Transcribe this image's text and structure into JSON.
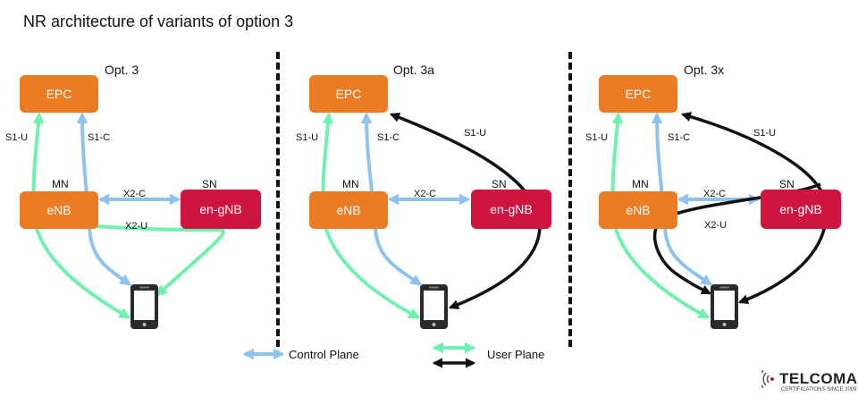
{
  "title": "NR architecture of variants of option 3",
  "panels": [
    {
      "option": "Opt. 3",
      "epc": "EPC",
      "enb": "eNB",
      "gnb": "en-gNB",
      "mn": "MN",
      "sn": "SN",
      "s1u": "S1-U",
      "s1c": "S1-C",
      "x2c": "X2-C",
      "x2u": "X2-U"
    },
    {
      "option": "Opt. 3a",
      "epc": "EPC",
      "enb": "eNB",
      "gnb": "en-gNB",
      "mn": "MN",
      "sn": "SN",
      "s1u": "S1-U",
      "s1c": "S1-C",
      "x2c": "X2-C",
      "s1u_sn": "S1-U"
    },
    {
      "option": "Opt. 3x",
      "epc": "EPC",
      "enb": "eNB",
      "gnb": "en-gNB",
      "mn": "MN",
      "sn": "SN",
      "s1u": "S1-U",
      "s1c": "S1-C",
      "x2c": "X2-C",
      "x2u": "X2-U",
      "s1u_sn": "S1-U"
    }
  ],
  "legend": {
    "control_plane": "Control Plane",
    "user_plane": "User Plane"
  },
  "colors": {
    "epc_enb": "#ec7c23",
    "gnb": "#d01440",
    "control": "#8ec3ef",
    "user_green": "#6ff2ad",
    "user_black": "#111111"
  },
  "logo": {
    "name": "TELCOMA",
    "tagline": "CERTIFICATIONS SINCE 2009"
  }
}
